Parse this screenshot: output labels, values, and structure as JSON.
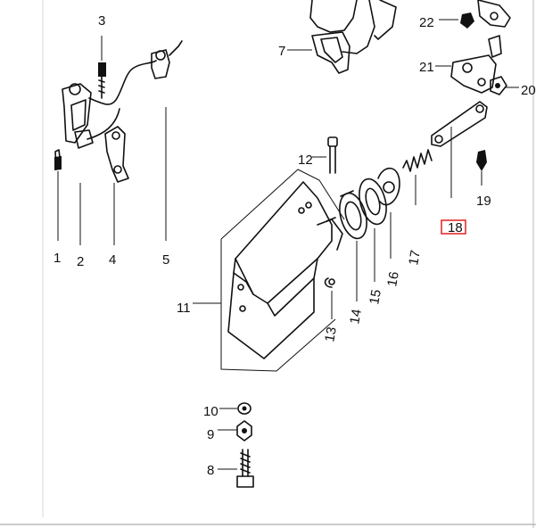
{
  "labels": {
    "l1": "1",
    "l2": "2",
    "l3": "3",
    "l4": "4",
    "l5": "5",
    "l7": "7",
    "l8": "8",
    "l9": "9",
    "l10": "10",
    "l11": "11",
    "l12": "12",
    "l13": "13",
    "l14": "14",
    "l15": "15",
    "l16": "16",
    "l17": "17",
    "l18": "18",
    "l19": "19",
    "l20": "20",
    "l21": "21",
    "l22": "22"
  },
  "highlight": {
    "color": "#e02020"
  }
}
